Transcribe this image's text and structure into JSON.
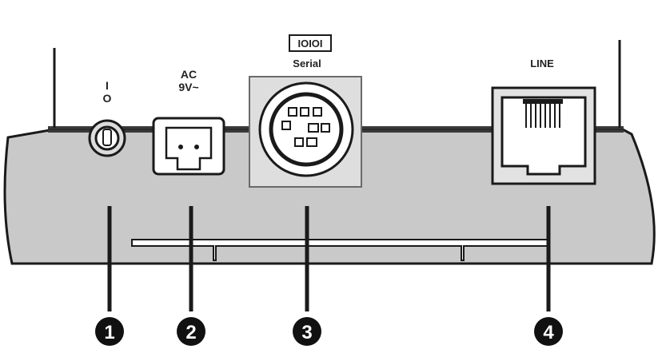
{
  "ports": {
    "power_switch": {
      "label_top": "I",
      "label_bottom": "O"
    },
    "ac": {
      "label_line1": "AC",
      "label_line2": "9V~"
    },
    "serial": {
      "icon_text": "IOIOI",
      "label": "Serial"
    },
    "line": {
      "label": "LINE"
    }
  },
  "callouts": [
    "1",
    "2",
    "3",
    "4"
  ]
}
